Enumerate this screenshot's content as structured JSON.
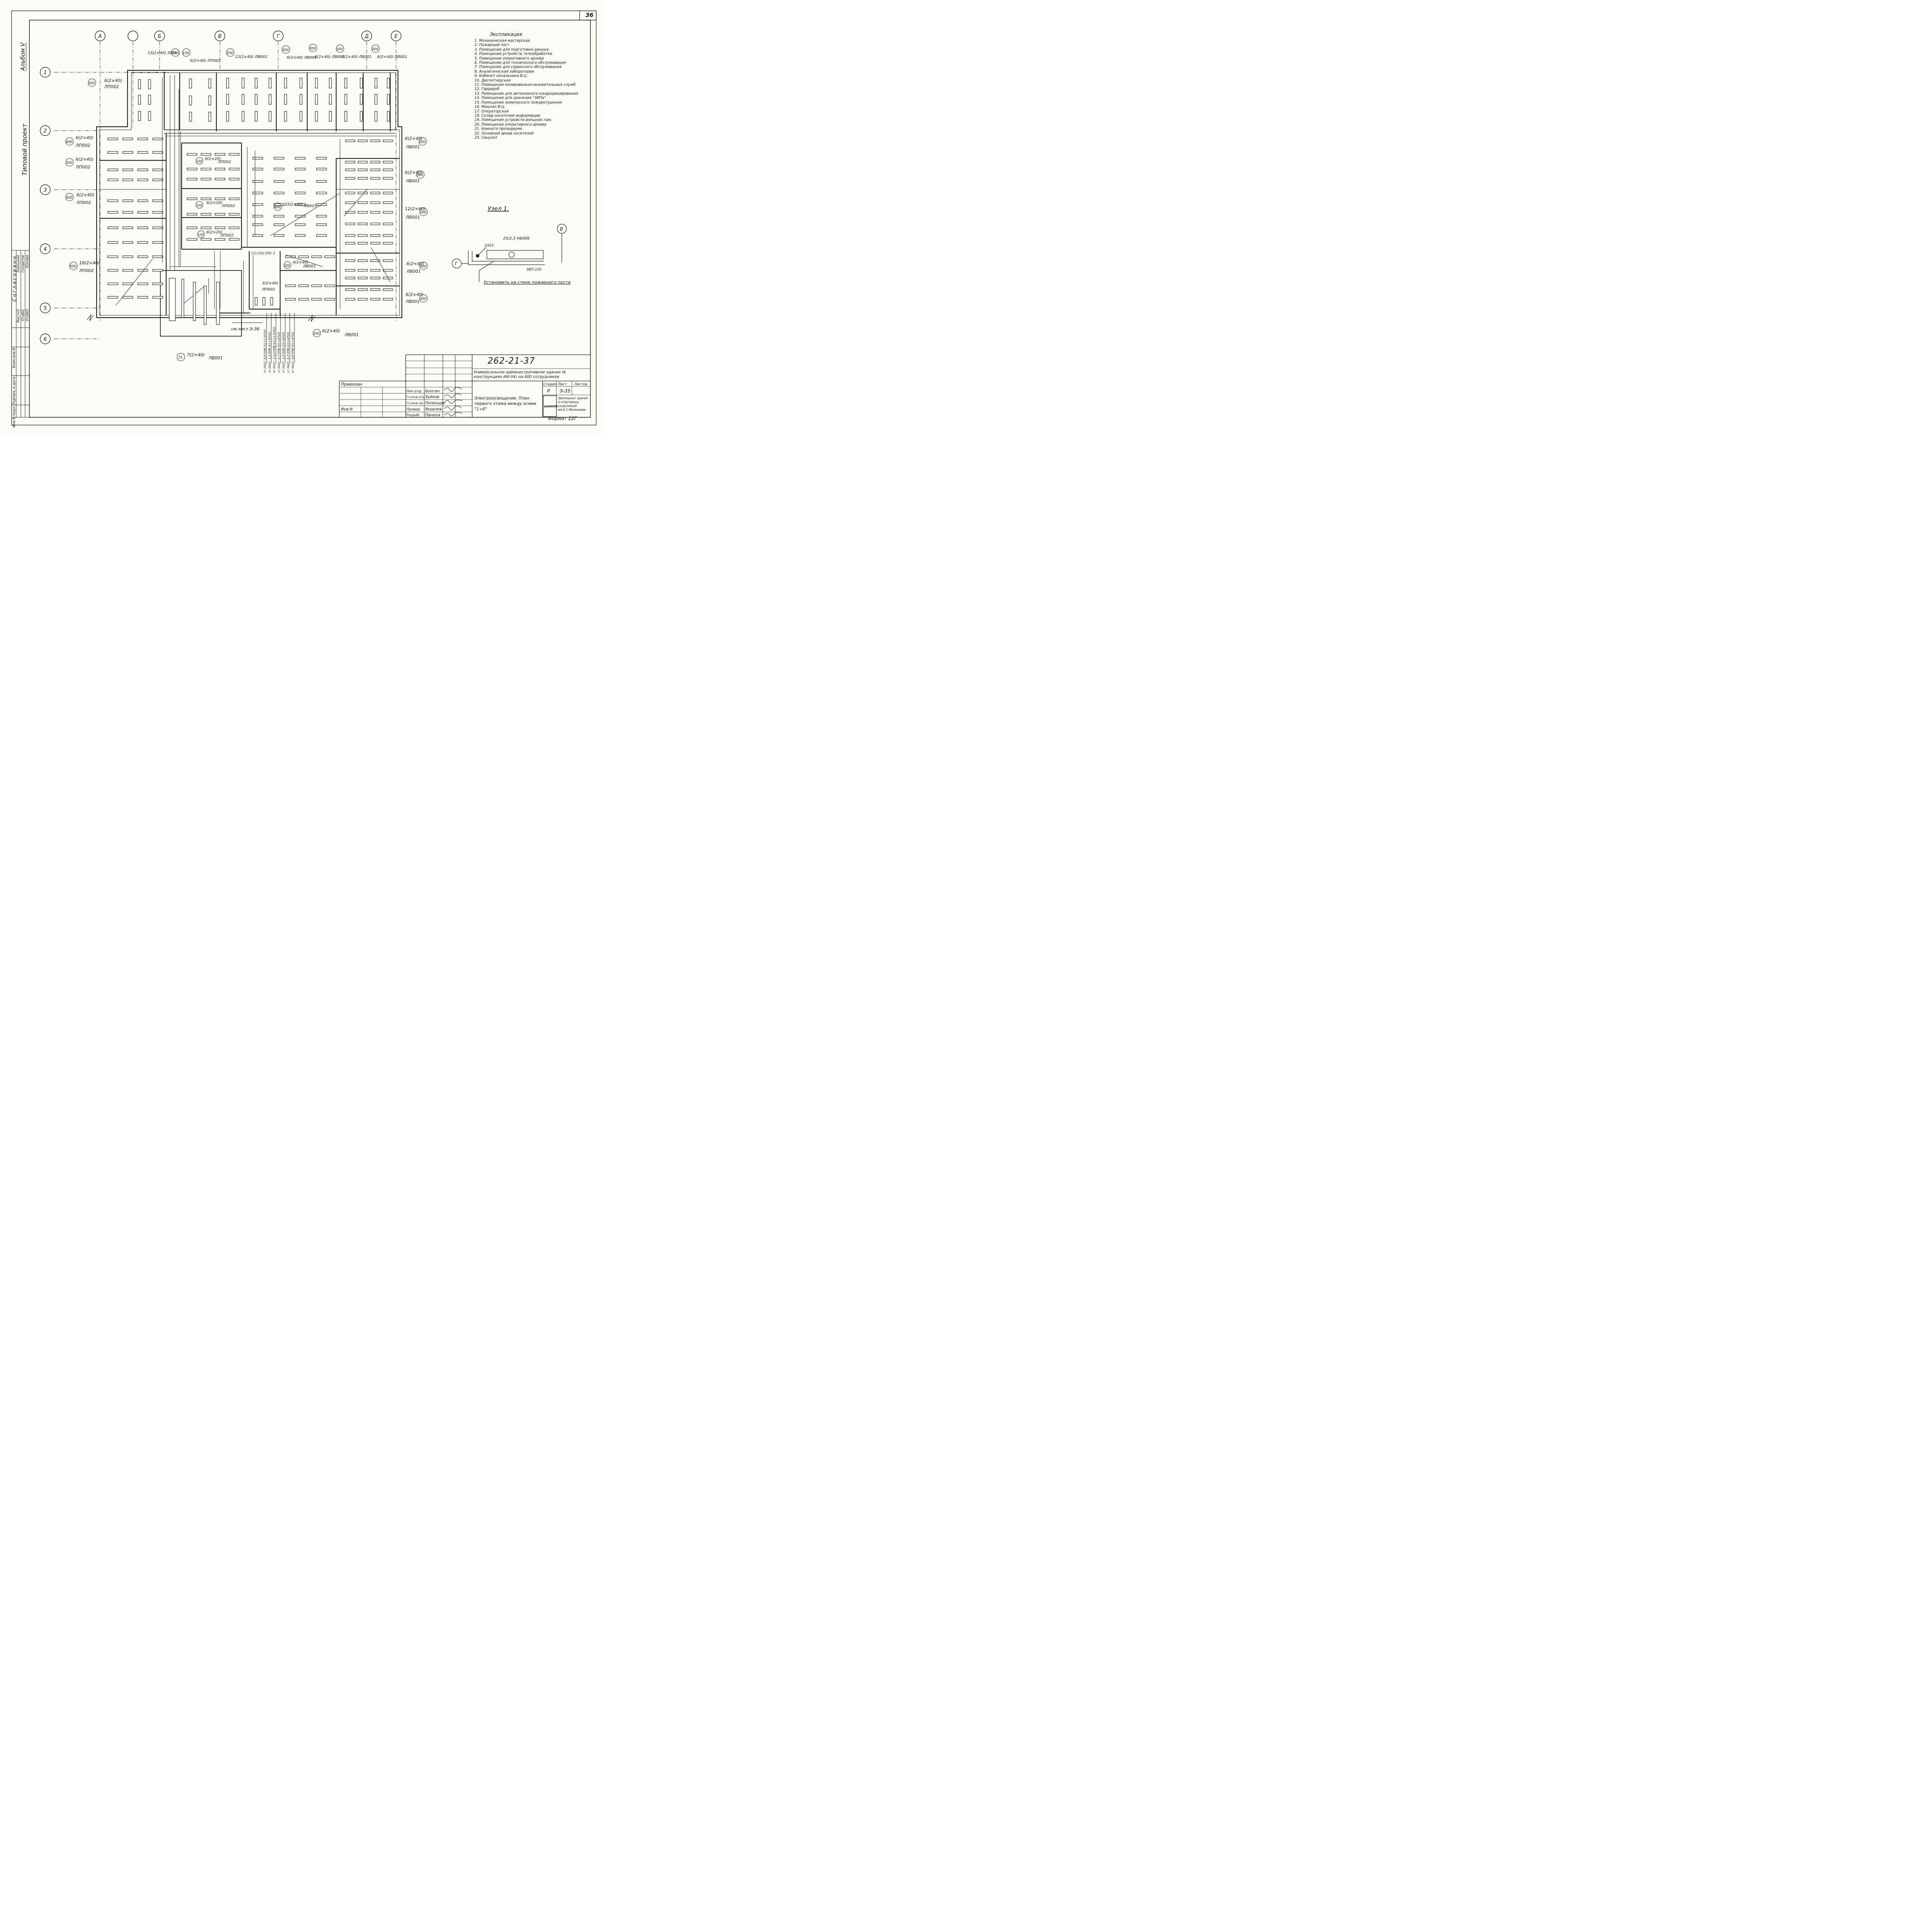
{
  "sheet_number": "36",
  "album": "Альбом V",
  "project_type": "Типовой проект",
  "approval": {
    "heading": "Согласовано",
    "rows": [
      {
        "dept": "Мастн5",
        "name": "Зорецкий"
      },
      {
        "dept": "ОтдN2",
        "name": "Солдатов"
      },
      {
        "dept": "ОтдN3",
        "name": "Косова"
      }
    ]
  },
  "left_strip": [
    "Взам.инв.N",
    "Подпись и дата",
    "Инв.N подл."
  ],
  "axes": {
    "columns": [
      "А",
      "",
      "Б",
      "В",
      "Г",
      "Д",
      "Е"
    ],
    "rows": [
      "1",
      "2",
      "3",
      "4",
      "5",
      "6"
    ]
  },
  "explication": {
    "title": "Экспликация",
    "items": [
      "1. Механическая мастерская",
      "2. Пожарный пост",
      "3. Помещение для подготовки данных",
      "4. Помещение устройств телеобработки",
      "5. Помещение оперативного архива",
      "6. Помещение для технического обслуживания",
      "7. Помещение для сервисного обслуживания",
      "8. Аналитическая лаборатория",
      "9. Кабинет начальника В.Ц.",
      "10. Диспетчерская",
      "11. Помещение копировально-множительных служб",
      "12. Гардероб",
      "13. Помещение для автономного кондиционирования",
      "14. Помещение для хранения \"ЗИПа\"",
      "15. Помещение химического пожаротушения",
      "16. Машзал В.Ц.",
      "17. Операторская",
      "18. Склад носителей информации",
      "19. Помещение устройств внешних пам.",
      "20. Помещение оперативного архива",
      "21. Комната президиума",
      "22. Основной архив носителей",
      "23. Санузел"
    ]
  },
  "node": {
    "title": "Узел 1.",
    "lamp": "25/2,3 НБ006",
    "switch": "Э325",
    "cable": "3ВП-220",
    "note": "Установить на стене пожарного поста",
    "axis_left": "Г",
    "axis_right": "В"
  },
  "plan_labels": {
    "top": [
      "15(2×40) ЛВ001",
      "75",
      "150",
      "6(2×40) ЛП002",
      "300",
      "12(2×40) ЛВ001",
      "300",
      "6(2×40) ЛВ001",
      "300",
      "6(2×40) ЛВ001",
      "300",
      "6(2×40) ЛВ001",
      "300",
      "6(2×40) ЛВ001"
    ],
    "left": [
      {
        "lux": "300",
        "fix": "6(2×40)",
        "type": "ЛП002"
      },
      {
        "lux": "400",
        "fix": "6(2×40)",
        "type": "ЛП002"
      },
      {
        "lux": "300",
        "fix": "6(2×40)",
        "type": "ЛП002"
      },
      {
        "lux": "300",
        "fix": "6(2×40)",
        "type": "ЛП002"
      },
      {
        "lux": "500",
        "fix": "18(2×40)",
        "type": "ЛП002"
      }
    ],
    "right": [
      {
        "lux": "300",
        "fix": "6(2×40)",
        "type": "ЛВ001"
      },
      {
        "lux": "300",
        "fix": "6(2×40)",
        "type": "ЛВ001"
      },
      {
        "lux": "300",
        "fix": "12(2×40)",
        "type": "ЛВ001"
      },
      {
        "lux": "300",
        "fix": "6(2×40)",
        "type": "ЛВ001"
      },
      {
        "lux": "300",
        "fix": "6(2×40)",
        "type": "ЛВ001"
      }
    ],
    "center": [
      {
        "lux": "100",
        "fix": "9(2×20)",
        "type": "ЛП002"
      },
      {
        "lux": "100",
        "fix": "6(2×20)",
        "type": "ЛП002"
      },
      {
        "lux": "100",
        "fix": "6(2×20)",
        "type": "ЛП002"
      },
      {
        "lux": "400",
        "fix": "33(2×40)",
        "type": "ЛВ001"
      },
      {
        "lux": "300",
        "fix": "4(2×40)",
        "type": "ЛВ001"
      },
      {
        "lux": "",
        "fix": "3(2×40)",
        "type": "ЛП002"
      }
    ],
    "bottom": [
      {
        "lux": "75",
        "fix": "7(2×40)",
        "type": "ЛВ001"
      },
      {
        "lux": "300",
        "fix": "6(2×40)",
        "type": "ЛВ001"
      }
    ],
    "reference": "см.лист Э-36",
    "panel": "1(1×20) ОЛС-3",
    "circuits": [
      "от 2ЩО - 8,9-ППВ-3(1×2,5)П20",
      "от 2ЩО - 1,2-ППВ-4(1×4)П20",
      "от 3ЩО - 3,4,5-ППВ-5(1×2,5)П20",
      "от 2ЩО - 6,7-ППВ-3(1×4)П20",
      "от 2ЩО - 4,5-ППВ-3(1×4)П20",
      "от 3ЩО - 6,7-ППВ-3(1×4)П20",
      "от 3ЩО - 8,9-ППВ-3(1×4)П20"
    ]
  },
  "title_block": {
    "code": "262-21-37",
    "title": "Универсальное административное здание (в конструкциях ИИ-04) на 600 сотрудников",
    "sheet_name": "Электроосвещение. План первого этажа между осями \"1÷6\"",
    "bound": "Привязан",
    "inv": "Инв.N",
    "headers": {
      "stage": "Стадия",
      "sheet": "Лист",
      "sheets": "Листов"
    },
    "stage": "Р",
    "sheet_no": "Э-35",
    "sheets": "",
    "org": "Зрелищных зданий и спортивных сооружений им.Б.С.Мезенцева",
    "logo": "ЦНИИЭП",
    "signers": [
      {
        "role": "Нач.отд.",
        "name": "Бенгин"
      },
      {
        "role": "Гл.инж.отд.",
        "name": "Зуйков"
      },
      {
        "role": "Гл.инж.пр.",
        "name": "Полинцев"
      },
      {
        "role": "Провер.",
        "name": "Яковлев"
      },
      {
        "role": "Разраб.",
        "name": "Панина"
      }
    ]
  },
  "format": "Формат 22Г"
}
